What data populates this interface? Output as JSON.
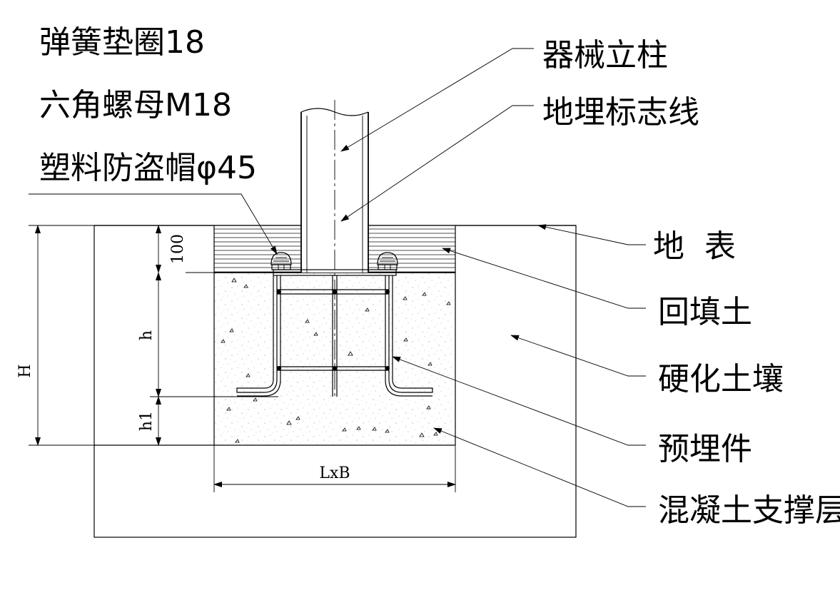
{
  "labels": {
    "spring_washer": "弹簧垫圈18",
    "hex_nut": "六角螺母M18",
    "anti_theft_cap": "塑料防盗帽φ45",
    "equipment_post": "器械立柱",
    "buried_marker_line": "地埋标志线",
    "ground_surface": "地  表",
    "backfill_soil": "回填土",
    "hardened_soil": "硬化土壤",
    "embedded_part": "预埋件",
    "concrete_support_layer": "混凝土支撑层"
  },
  "dimensions": {
    "total_depth": "H",
    "embed_depth": "h",
    "base_depth": "h1",
    "top_depth": "100",
    "footprint": "LxB"
  }
}
